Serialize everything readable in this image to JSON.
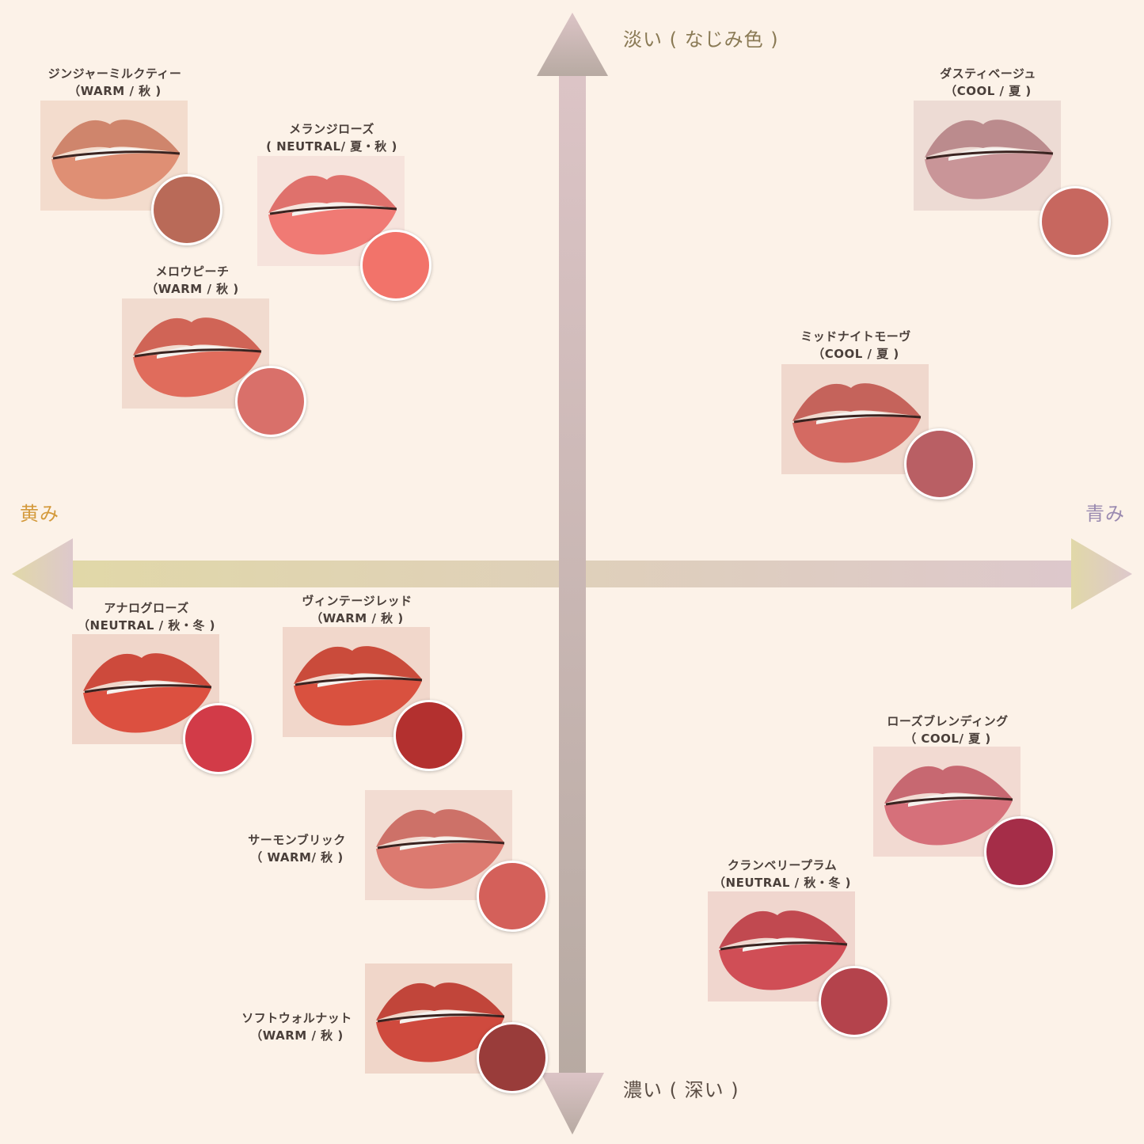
{
  "axes": {
    "top": "淡い ( なじみ色 )",
    "bottom": "濃い ( 深い )",
    "left": "黄み",
    "right": "青み",
    "colors": {
      "top_label": "#8a7a55",
      "bottom_label": "#5b4e45",
      "left_label": "#d49a3c",
      "right_label": "#9a8ab0",
      "vertical_top": "#dcc4c6",
      "vertical_bottom": "#b7aaa2",
      "horizontal_left": "#e1d8a8",
      "horizontal_right": "#ddc8cc"
    }
  },
  "products": [
    {
      "name": "ジンジャーミルクティー",
      "tone": "（WARM / 秋 )",
      "lip_color": "#df8f74",
      "skin_color": "#f3dccd",
      "swatch_color": "#b96a58"
    },
    {
      "name": "メランジローズ",
      "tone": "( NEUTRAL/ 夏・秋 )",
      "lip_color": "#f07a74",
      "skin_color": "#f6e3dc",
      "swatch_color": "#f2736a"
    },
    {
      "name": "メロウピーチ",
      "tone": "（WARM / 秋 )",
      "lip_color": "#e06c5c",
      "skin_color": "#f1dbcf",
      "swatch_color": "#d9706a"
    },
    {
      "name": "ダスティベージュ",
      "tone": "（COOL / 夏 )",
      "lip_color": "#c99598",
      "skin_color": "#eddbd4",
      "swatch_color": "#c7675f"
    },
    {
      "name": "ミッドナイトモーヴ",
      "tone": "（COOL / 夏 )",
      "lip_color": "#d46a62",
      "skin_color": "#f0d8cd",
      "swatch_color": "#b95f64"
    },
    {
      "name": "アナログローズ",
      "tone": "（NEUTRAL / 秋・冬 )",
      "lip_color": "#dc5040",
      "skin_color": "#f0d6ca",
      "swatch_color": "#d23b48"
    },
    {
      "name": "ヴィンテージレッド",
      "tone": "（WARM / 秋 )",
      "lip_color": "#d9513f",
      "skin_color": "#f1d7cb",
      "swatch_color": "#b3302f"
    },
    {
      "name": "サーモンブリック",
      "tone": "（ WARM/ 秋 )",
      "lip_color": "#dc7a70",
      "skin_color": "#f2dcd2",
      "swatch_color": "#d4605a"
    },
    {
      "name": "ソフトウォルナット",
      "tone": "（WARM / 秋 )",
      "lip_color": "#cf4a3e",
      "skin_color": "#f0d6c9",
      "swatch_color": "#993c3a"
    },
    {
      "name": "ローズブレンディング",
      "tone": "（ COOL/ 夏 )",
      "lip_color": "#d6707a",
      "skin_color": "#f2dad2",
      "swatch_color": "#a52d48"
    },
    {
      "name": "クランベリープラム",
      "tone": "（NEUTRAL / 秋・冬 )",
      "lip_color": "#d04e56",
      "skin_color": "#f0d6ce",
      "swatch_color": "#b4434c"
    }
  ]
}
